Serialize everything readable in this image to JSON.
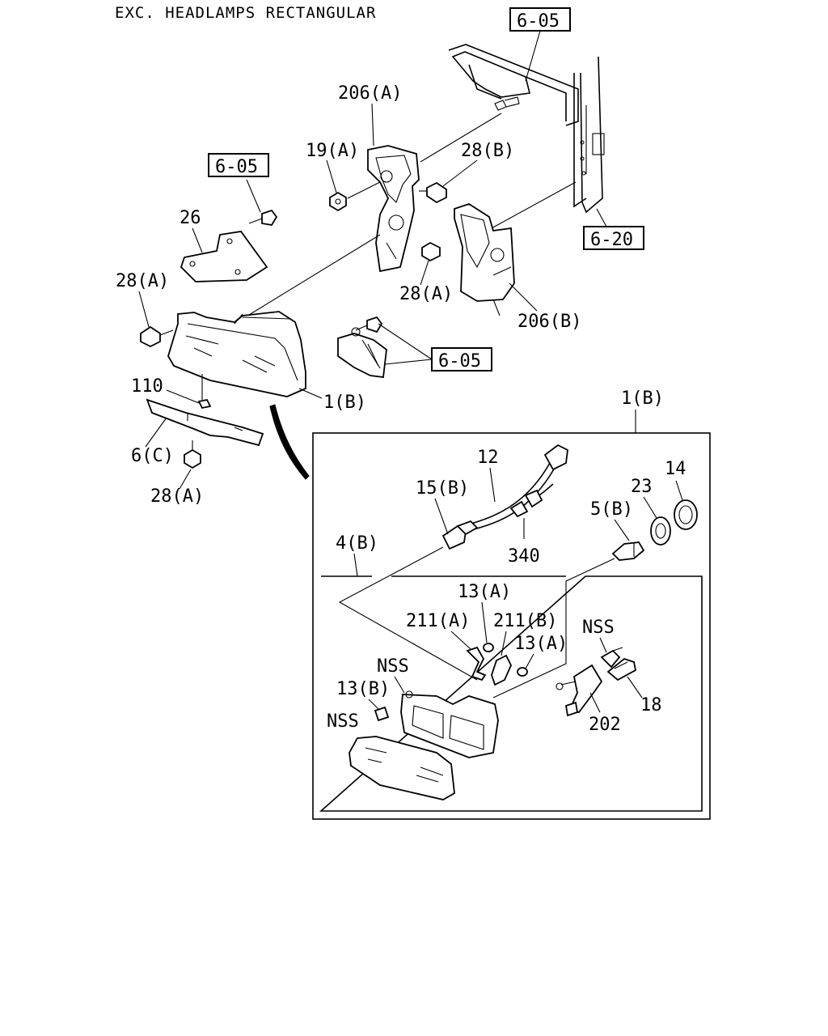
{
  "header": {
    "title": "EXC. HEADLAMPS RECTANGULAR"
  },
  "refs": {
    "r605_top": "6-05",
    "r605_left": "6-05",
    "r605_mid": "6-05",
    "r620": "6-20"
  },
  "labels": {
    "l206a": "206(A)",
    "l19a": "19(A)",
    "l28b": "28(B)",
    "l26": "26",
    "l28a_1": "28(A)",
    "l28a_2": "28(A)",
    "l206b": "206(B)",
    "l110": "110",
    "l1b_1": "1(B)",
    "l6c": "6(C)",
    "l28a_3": "28(A)",
    "l1b_2": "1(B)",
    "l12": "12",
    "l15b": "15(B)",
    "l14": "14",
    "l23": "23",
    "l5b": "5(B)",
    "l340": "340",
    "l4b": "4(B)",
    "l13a_1": "13(A)",
    "l211a": "211(A)",
    "l211b": "211(B)",
    "l13a_2": "13(A)",
    "lnss_1": "NSS",
    "lnss_2": "NSS",
    "lnss_3": "NSS",
    "l13b": "13(B)",
    "l18": "18",
    "l202": "202"
  }
}
